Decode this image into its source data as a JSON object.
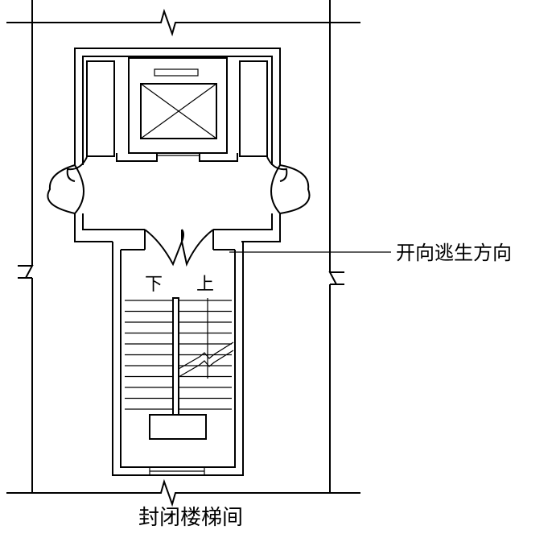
{
  "annotations": {
    "door_direction": "开向逃生方向",
    "down": "下",
    "up": "上"
  },
  "caption": "封闭楼梯间"
}
